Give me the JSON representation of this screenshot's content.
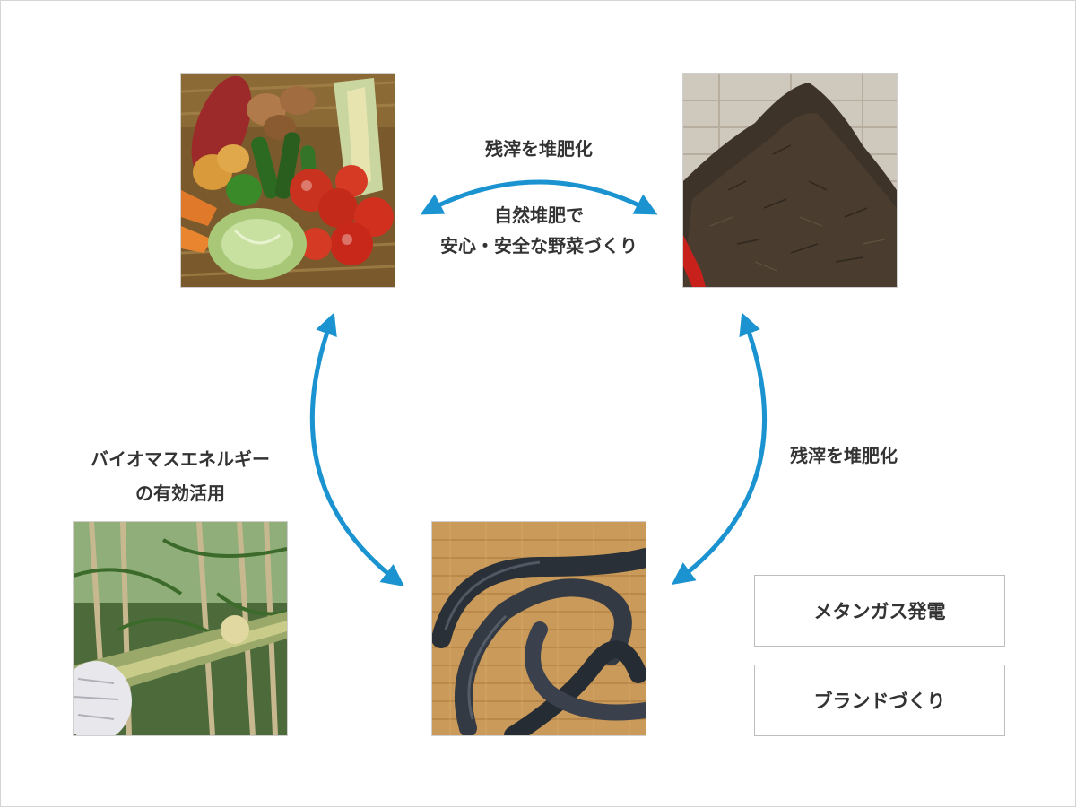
{
  "labels": {
    "top_arrow": "残滓を堆肥化",
    "center_line1": "自然堆肥で",
    "center_line2": "安心・安全な野菜づくり",
    "right_arrow": "残滓を堆肥化",
    "left_line1": "バイオマスエネルギー",
    "left_line2": "の有効活用"
  },
  "boxes": {
    "methane": "メタンガス発電",
    "brand": "ブランドづくり"
  },
  "colors": {
    "arrow": "#1a93d0",
    "text": "#333333",
    "box_border": "#bdbdbd"
  }
}
